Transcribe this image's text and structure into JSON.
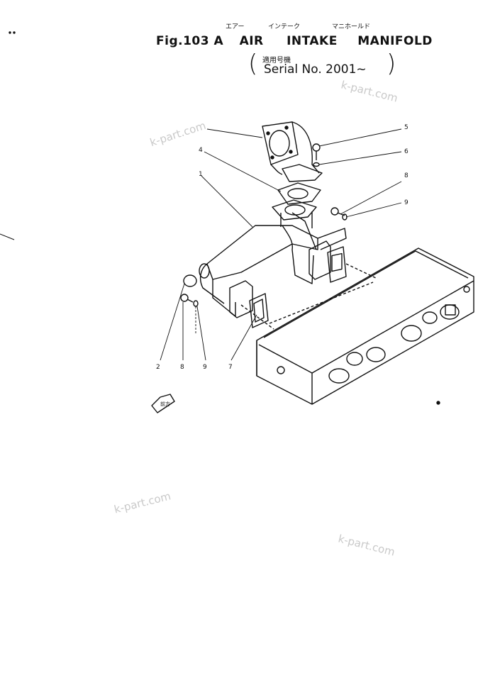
{
  "header": {
    "fig_number": "Fig.103 A",
    "title_words": [
      "AIR",
      "INTAKE",
      "MANIFOLD"
    ],
    "kana_words": [
      "エアー",
      "インテーク",
      "マニホールド"
    ],
    "serial_label_jp": "適用号機",
    "serial_text": "Serial No. 2001~"
  },
  "watermarks": [
    "k-part.com",
    "k-part.com",
    "k-part.com",
    "k-part.com"
  ],
  "callouts": [
    "5",
    "6",
    "4",
    "1",
    "8",
    "9",
    "2",
    "8",
    "9",
    "7"
  ],
  "direction_label": "前方"
}
